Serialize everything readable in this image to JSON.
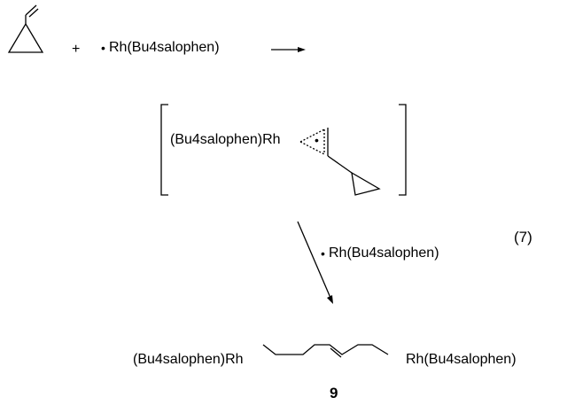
{
  "reactant": {
    "plus": "+",
    "radical_dot": "•",
    "reagent": "Rh(Bu4salophen)"
  },
  "intermediate": {
    "rh_label": "(Bu4salophen)Rh",
    "radical_dot": "•"
  },
  "step2": {
    "radical_dot": "•",
    "reagent": "Rh(Bu4salophen)"
  },
  "equation_number": "(7)",
  "product": {
    "left_label": "(Bu4salophen)Rh",
    "right_label": "Rh(Bu4salophen)",
    "compound_number": "9"
  }
}
